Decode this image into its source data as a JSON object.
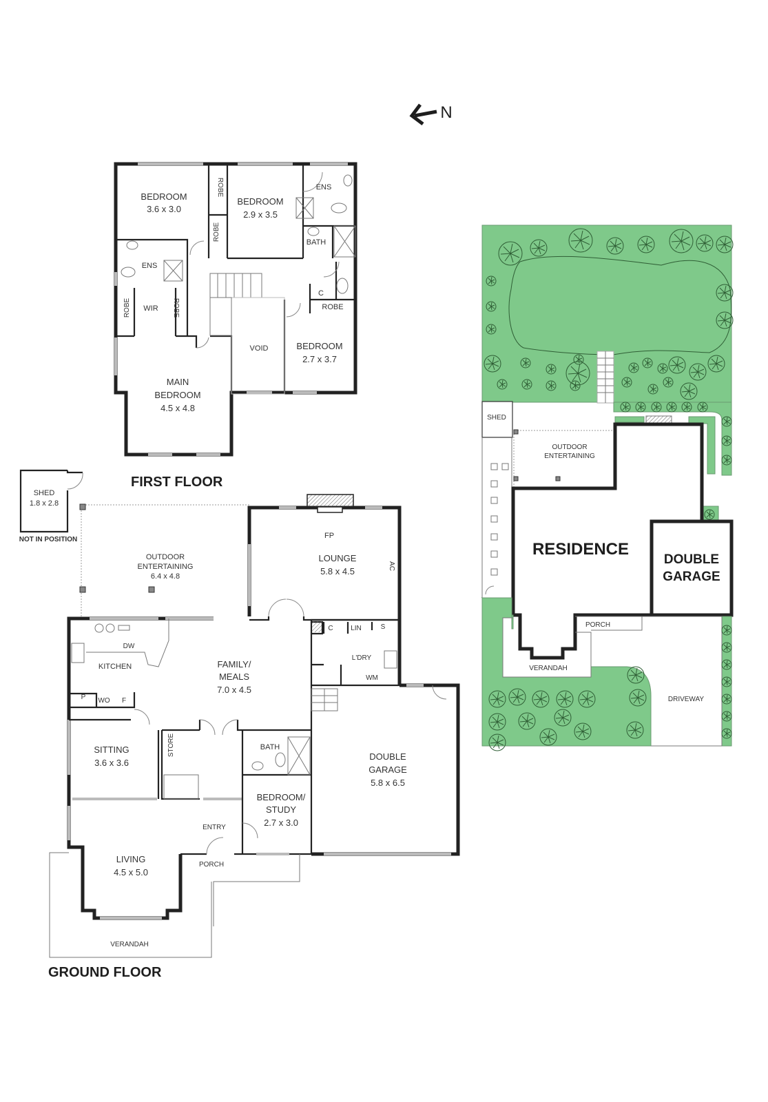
{
  "compass": {
    "label": "N",
    "direction": "arrow-left"
  },
  "first_floor": {
    "title": "FIRST FLOOR",
    "rooms": [
      {
        "name": "BEDROOM",
        "size": "3.6 x 3.0"
      },
      {
        "name": "BEDROOM",
        "size": "2.9 x 3.5"
      },
      {
        "name": "BEDROOM",
        "size": "2.7 x 3.7"
      },
      {
        "name": "MAIN BEDROOM",
        "line1": "MAIN",
        "line2": "BEDROOM",
        "size": "4.5 x 4.8"
      },
      {
        "name": "VOID"
      }
    ],
    "labels": {
      "robe": "ROBE",
      "ens": "ENS",
      "bath": "BATH",
      "wir": "WIR",
      "c": "C",
      "void": "VOID"
    }
  },
  "shed": {
    "name": "SHED",
    "size": "1.8 x 2.8",
    "note": "NOT IN POSITION"
  },
  "ground_floor": {
    "title": "GROUND FLOOR",
    "outdoor_entertaining": {
      "line1": "OUTDOOR",
      "line2": "ENTERTAINING",
      "size": "6.4 x 4.8"
    },
    "lounge": {
      "name": "LOUNGE",
      "size": "5.8 x 4.5",
      "fp": "FP",
      "ac": "AC"
    },
    "kitchen": {
      "name": "KITCHEN",
      "dw": "DW",
      "p": "P",
      "wo": "WO",
      "f": "F"
    },
    "family_meals": {
      "line1": "FAMILY/",
      "line2": "MEALS",
      "size": "7.0 x 4.5"
    },
    "laundry": {
      "name": "L'DRY",
      "wm": "WM",
      "c": "C",
      "lin": "LIN",
      "s": "S"
    },
    "sitting": {
      "name": "SITTING",
      "size": "3.6 x 3.6"
    },
    "store": "STORE",
    "bath": "BATH",
    "bedroom_study": {
      "line1": "BEDROOM/",
      "line2": "STUDY",
      "size": "2.7 x 3.0"
    },
    "entry": "ENTRY",
    "porch": "PORCH",
    "living": {
      "name": "LIVING",
      "size": "4.5 x 5.0"
    },
    "verandah": "VERANDAH",
    "garage": {
      "line1": "DOUBLE",
      "line2": "GARAGE",
      "size": "5.8 x 6.5"
    }
  },
  "site_plan": {
    "shed": "SHED",
    "outdoor_entertaining": {
      "line1": "OUTDOOR",
      "line2": "ENTERTAINING"
    },
    "residence": "RESIDENCE",
    "garage": {
      "line1": "DOUBLE",
      "line2": "GARAGE"
    },
    "porch": "PORCH",
    "verandah": "VERANDAH",
    "driveway": "DRIVEWAY",
    "colors": {
      "grass": "#7fc98a",
      "walls": "#222222"
    }
  }
}
